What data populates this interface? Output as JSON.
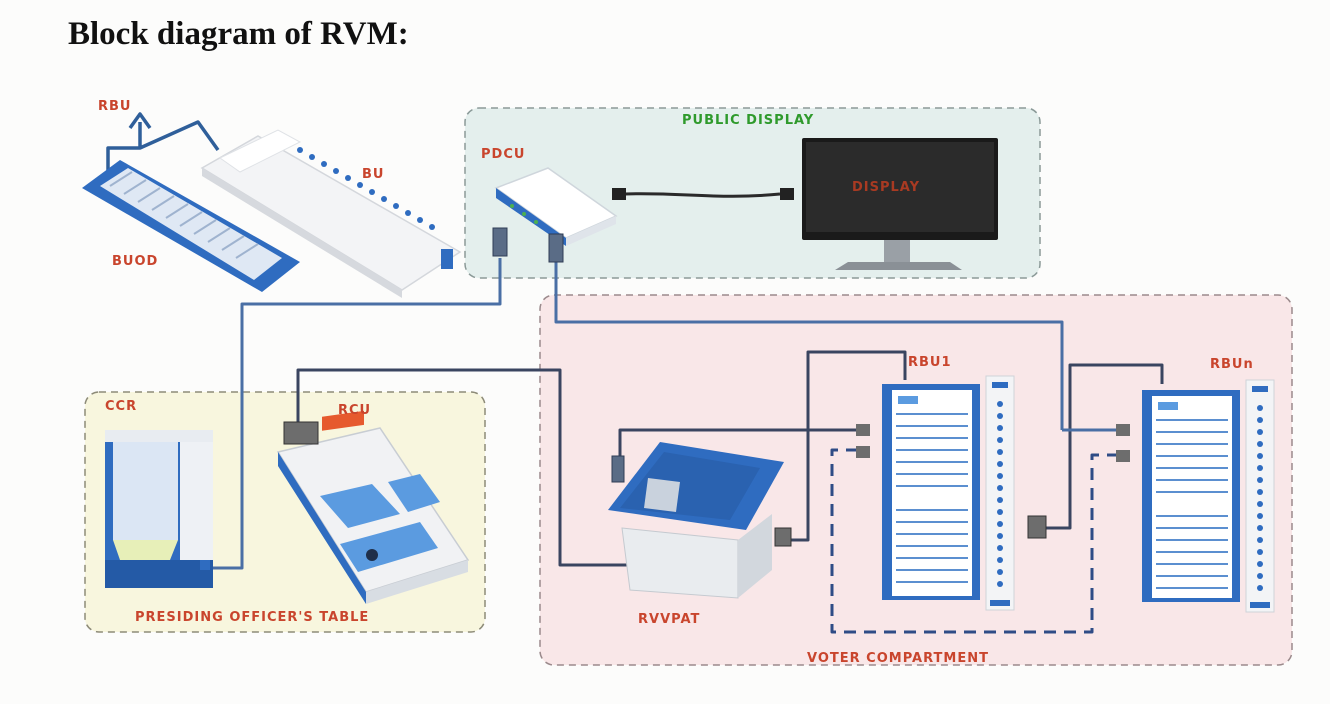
{
  "title": "Block diagram of RVM:",
  "labels": {
    "rbu": "RBU",
    "bu": "BU",
    "buod": "BUOD",
    "pdcu": "PDCU",
    "public_display": "PUBLIC DISPLAY",
    "display": "DISPLAY",
    "ccr": "CCR",
    "rcu": "RCU",
    "presiding_table": "PRESIDING OFFICER'S TABLE",
    "rvvpat": "RVVPAT",
    "rbu1": "RBU1",
    "rbun": "RBUn",
    "voter_compartment": "VOTER COMPARTMENT"
  },
  "colors": {
    "cable": "#2f3d55",
    "cable_blue": "#4a6fa5",
    "unit_blue": "#2f6cc0",
    "public_display_bg": "#e4efed",
    "presiding_bg": "#f8f6de",
    "voter_bg": "#f9e7e8"
  }
}
